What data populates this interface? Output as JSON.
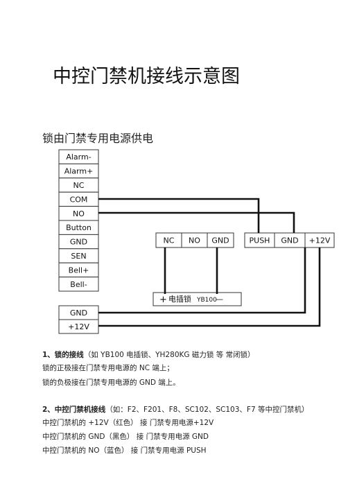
{
  "document": {
    "title": "中控门禁机接线示意图",
    "subtitle": "锁由门禁专用电源供电"
  },
  "controller": {
    "terminals": [
      "Alarm-",
      "Alarm+",
      "NC",
      "COM",
      "NO",
      "Button",
      "GND",
      "SEN",
      "Bell+",
      "Bell-"
    ],
    "power_terminals": [
      "GND",
      "+12V"
    ]
  },
  "lock_terminals": [
    "NC",
    "NO",
    "GND"
  ],
  "power_supply_terminals": [
    "PUSH",
    "GND",
    "+12V"
  ],
  "lock": {
    "plus": "+",
    "label": "电插锁",
    "model": "YB100",
    "minus": "—"
  },
  "notes": {
    "section1": {
      "heading": "1、锁的接线",
      "heading_detail": "（如 YB100 电插锁、YH280KG 磁力锁 等 常闭锁）",
      "lines": [
        "锁的正极接在门禁专用电源的 NC 端上；",
        "锁的负极接在门禁专用电源的 GND 端上。"
      ]
    },
    "section2": {
      "heading": "2、中控门禁机接线",
      "heading_detail": "（如：F2、F201、F8、SC102、SC103、F7 等中控门禁机）",
      "lines": [
        "中控门禁机的 +12V（红色）    接    门禁专用电源+12V",
        "中控门禁机的 GND（黑色）     接    门禁专用电源 GND",
        "中控门禁机的 NO（蓝色）      接    门禁专用电源 PUSH"
      ]
    }
  }
}
